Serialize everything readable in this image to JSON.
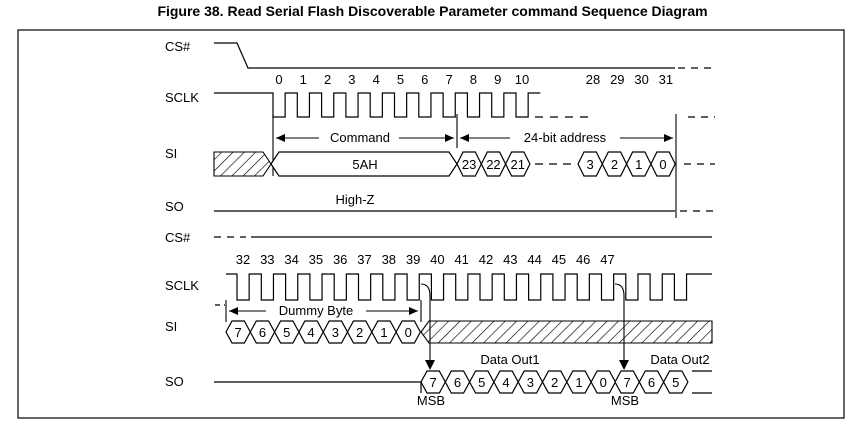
{
  "title": "Figure 38. Read Serial Flash Discoverable Parameter command Sequence Diagram",
  "signals": {
    "cs": "CS#",
    "sclk": "SCLK",
    "si": "SI",
    "so": "SO"
  },
  "top": {
    "clock_numbers": [
      "0",
      "1",
      "2",
      "3",
      "4",
      "5",
      "6",
      "7",
      "8",
      "9",
      "10",
      "28",
      "29",
      "30",
      "31"
    ],
    "command_label": "Command",
    "address_label": "24-bit address",
    "command_value": "5AH",
    "address_bits_start": [
      "23",
      "22",
      "21"
    ],
    "address_bits_end": [
      "3",
      "2",
      "1",
      "0"
    ],
    "so_state": "High-Z"
  },
  "bottom": {
    "clock_numbers": [
      "32",
      "33",
      "34",
      "35",
      "36",
      "37",
      "38",
      "39",
      "40",
      "41",
      "42",
      "43",
      "44",
      "45",
      "46",
      "47"
    ],
    "dummy_label": "Dummy Byte",
    "dummy_bits": [
      "7",
      "6",
      "5",
      "4",
      "3",
      "2",
      "1",
      "0"
    ],
    "data_out1_label": "Data Out1",
    "data_out2_label": "Data Out2",
    "data_out1_bits": [
      "7",
      "6",
      "5",
      "4",
      "3",
      "2",
      "1",
      "0"
    ],
    "data_out2_bits": [
      "7",
      "6",
      "5"
    ],
    "msb_label": "MSB"
  },
  "colors": {
    "line": "#000000",
    "border": "#000000",
    "background": "#ffffff"
  }
}
